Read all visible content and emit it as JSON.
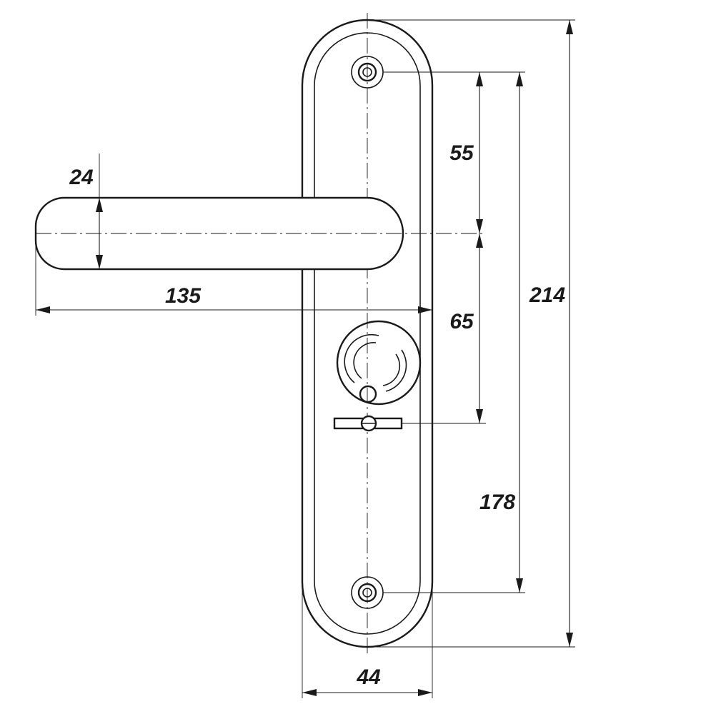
{
  "dimensions": {
    "plate_width": "44",
    "plate_height": "214",
    "screw_spacing": "178",
    "top_screw_to_handle": "55",
    "handle_to_keyhole": "65",
    "handle_length": "135",
    "handle_thickness": "24"
  }
}
